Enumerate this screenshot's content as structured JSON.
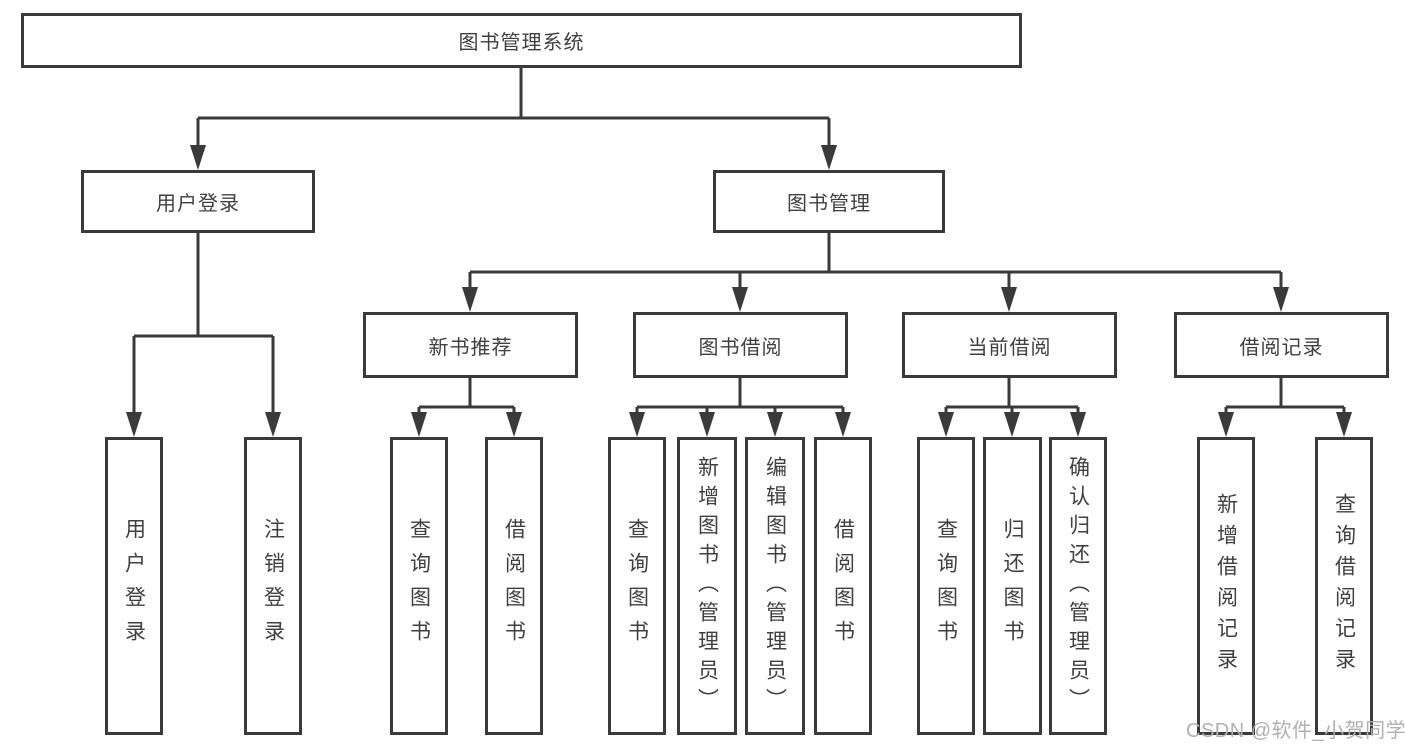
{
  "tree": {
    "root": {
      "label": "图书管理系统"
    },
    "children": [
      {
        "label": "用户登录",
        "children": [
          {
            "label": "用户登录"
          },
          {
            "label": "注销登录"
          }
        ]
      },
      {
        "label": "图书管理",
        "children": [
          {
            "label": "新书推荐",
            "children": [
              {
                "label": "查询图书"
              },
              {
                "label": "借阅图书"
              }
            ]
          },
          {
            "label": "图书借阅",
            "children": [
              {
                "label": "查询图书"
              },
              {
                "label": "新增图书（管理员）"
              },
              {
                "label": "编辑图书（管理员）"
              },
              {
                "label": "借阅图书"
              }
            ]
          },
          {
            "label": "当前借阅",
            "children": [
              {
                "label": "查询图书"
              },
              {
                "label": "归还图书"
              },
              {
                "label": "确认归还（管理员）"
              }
            ]
          },
          {
            "label": "借阅记录",
            "children": [
              {
                "label": "新增借阅记录"
              },
              {
                "label": "查询借阅记录"
              }
            ]
          }
        ]
      }
    ]
  },
  "watermark": {
    "text": "CSDN @软件_小贺同学"
  },
  "colors": {
    "line": "#3a3a3a",
    "box_border": "#3a3a3a",
    "text": "#404040",
    "watermark": "#b0b0b0",
    "background": "#ffffff"
  }
}
